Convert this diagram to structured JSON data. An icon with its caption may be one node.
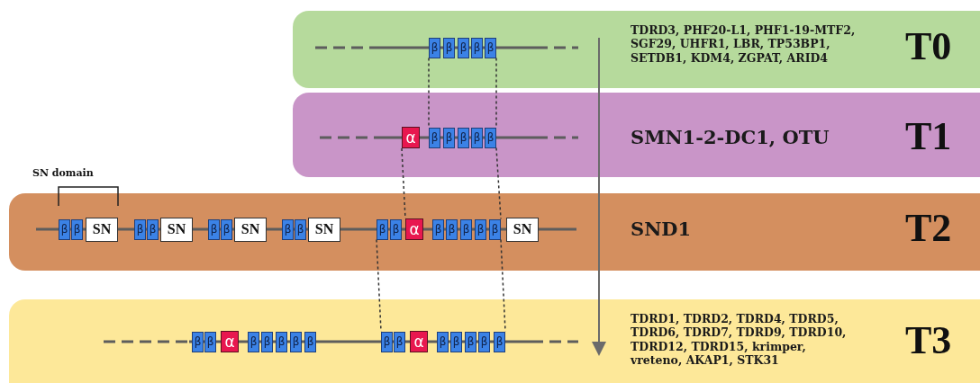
{
  "diagram": {
    "nodes": [
      {
        "text": [
          "TDRD3, PHF20-L1, PHF1-19-MTF2, SGF29, UHFR1, LBR, TP53BP1, SETDB1, KDM4, ZGPAT, ARID4",
          "T0"
        ]
      },
      {
        "text": [
          "β"
        ],
        "in": 0
      },
      {
        "text": [
          "β"
        ],
        "in": 0
      },
      {
        "text": [
          "β"
        ],
        "in": 0
      },
      {
        "text": [
          "β"
        ],
        "in": 0
      },
      {
        "text": [
          "β"
        ],
        "in": 0
      },
      {
        "text": [
          "SMN1-2-DC1, OTU",
          "T1"
        ]
      },
      {
        "text": [
          "α"
        ],
        "in": 6
      },
      {
        "text": [
          "β"
        ],
        "in": 6
      },
      {
        "text": [
          "β"
        ],
        "in": 6
      },
      {
        "text": [
          "β"
        ],
        "in": 6
      },
      {
        "text": [
          "β"
        ],
        "in": 6
      },
      {
        "text": [
          "β"
        ],
        "in": 6
      },
      {
        "text": [
          "SND1",
          "T2"
        ]
      },
      {
        "text": [
          "β"
        ],
        "in": 13
      },
      {
        "text": [
          "β"
        ],
        "in": 13
      },
      {
        "text": [
          "SN"
        ],
        "in": 13
      },
      {
        "text": [
          "β"
        ],
        "in": 13
      },
      {
        "text": [
          "β"
        ],
        "in": 13
      },
      {
        "text": [
          "SN"
        ],
        "in": 13
      },
      {
        "text": [
          "β"
        ],
        "in": 13
      },
      {
        "text": [
          "β"
        ],
        "in": 13
      },
      {
        "text": [
          "SN"
        ],
        "in": 13
      },
      {
        "text": [
          "β"
        ],
        "in": 13
      },
      {
        "text": [
          "β"
        ],
        "in": 13
      },
      {
        "text": [
          "SN"
        ],
        "in": 13
      },
      {
        "text": [
          "β"
        ],
        "in": 13
      },
      {
        "text": [
          "β"
        ],
        "in": 13
      },
      {
        "text": [
          "α"
        ],
        "in": 13
      },
      {
        "text": [
          "β"
        ],
        "in": 13
      },
      {
        "text": [
          "β"
        ],
        "in": 13
      },
      {
        "text": [
          "β"
        ],
        "in": 13
      },
      {
        "text": [
          "β"
        ],
        "in": 13
      },
      {
        "text": [
          "β"
        ],
        "in": 13
      },
      {
        "text": [
          "SN"
        ],
        "in": 13
      },
      {
        "text": [
          "TDRD1, TDRD2, TDRD4, TDRD5, TDRD6, TDRD7, TDRD9, TDRD10, TDRD12, TDRD15, krimper, vreteno, AKAP1, STK31",
          "T3"
        ]
      },
      {
        "text": [
          "β"
        ],
        "in": 35
      },
      {
        "text": [
          "β"
        ],
        "in": 35
      },
      {
        "text": [
          "α"
        ],
        "in": 35
      },
      {
        "text": [
          "β"
        ],
        "in": 35
      },
      {
        "text": [
          "β"
        ],
        "in": 35
      },
      {
        "text": [
          "β"
        ],
        "in": 35
      },
      {
        "text": [
          "β"
        ],
        "in": 35
      },
      {
        "text": [
          "β"
        ],
        "in": 35
      },
      {
        "text": [
          "β"
        ],
        "in": 35
      },
      {
        "text": [
          "β"
        ],
        "in": 35
      },
      {
        "text": [
          "α"
        ],
        "in": 35
      },
      {
        "text": [
          "β"
        ],
        "in": 35
      },
      {
        "text": [
          "β"
        ],
        "in": 35
      },
      {
        "text": [
          "β"
        ],
        "in": 35
      },
      {
        "text": [
          "β"
        ],
        "in": 35
      },
      {
        "text": [
          "β"
        ],
        "in": 35
      }
    ],
    "edges": [
      {
        "from": 1,
        "to": 8,
        "arrow": "none",
        "style": "dashed"
      },
      {
        "from": 5,
        "to": 12,
        "arrow": "none",
        "style": "dashed"
      },
      {
        "from": 7,
        "to": 28,
        "arrow": "none",
        "style": "dashed"
      },
      {
        "from": 12,
        "to": 33,
        "arrow": "none",
        "style": "dashed"
      },
      {
        "from": 26,
        "to": 44,
        "arrow": "none",
        "style": "dashed"
      },
      {
        "from": 33,
        "to": 51,
        "arrow": "none",
        "style": "dashed"
      }
    ],
    "labels": [
      "SN domain"
    ]
  }
}
